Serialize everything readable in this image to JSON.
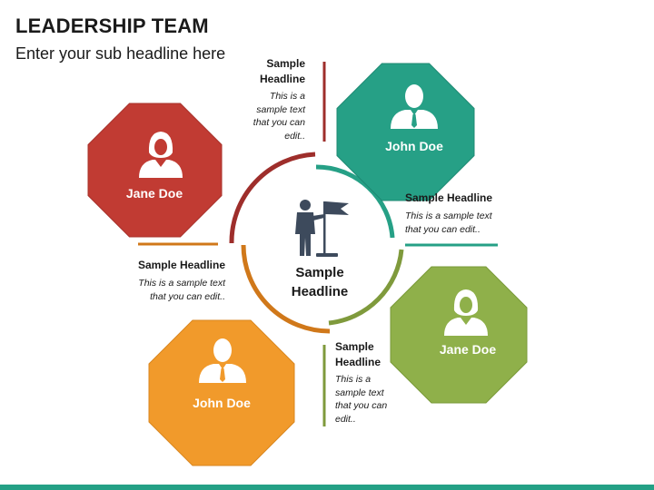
{
  "header": {
    "title": "LEADERSHIP TEAM",
    "subtitle": "Enter your sub headline here"
  },
  "center": {
    "label": "Sample\nHeadline",
    "icon": "person-with-flag-icon"
  },
  "members": [
    {
      "name": "John Doe",
      "color": "#26a086",
      "icon": "businessman-icon"
    },
    {
      "name": "Jane Doe",
      "color": "#c13b33",
      "icon": "businesswoman-icon"
    },
    {
      "name": "Jane Doe",
      "color": "#8fb04a",
      "icon": "businesswoman-icon"
    },
    {
      "name": "John Doe",
      "color": "#f19a2b",
      "icon": "businessman-icon"
    }
  ],
  "text_blocks": [
    {
      "headline": "Sample\nHeadline",
      "body": "This is a\nsample text\nthat you can\nedit.."
    },
    {
      "headline": "Sample Headline",
      "body": "This is a sample text\nthat you can edit.."
    },
    {
      "headline": "Sample Headline",
      "body": "This is a sample text\nthat you can edit.."
    },
    {
      "headline": "Sample\nHeadline",
      "body": "This is a\nsample text\nthat you can\nedit.."
    }
  ],
  "colors": {
    "teal": "#26a086",
    "red": "#c13b33",
    "green": "#8fb04a",
    "orange": "#f19a2b",
    "ring_dark_red": "#9e2e2b",
    "ring_dark_orange": "#d0781a",
    "line_olive": "#7f9a3c",
    "icon_dark": "#3d4a5c"
  }
}
